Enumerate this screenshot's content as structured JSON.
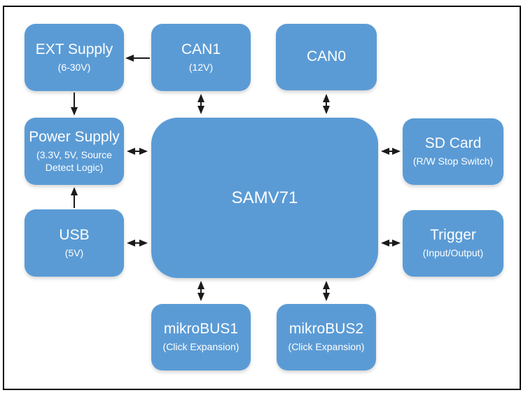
{
  "blocks": {
    "ext_supply": {
      "title": "EXT Supply",
      "subtitle": "(6-30V)"
    },
    "can1": {
      "title": "CAN1",
      "subtitle": "(12V)"
    },
    "can0": {
      "title": "CAN0"
    },
    "power_supply": {
      "title": "Power Supply",
      "subtitle": "(3.3V, 5V, Source Detect Logic)"
    },
    "usb": {
      "title": "USB",
      "subtitle": "(5V)"
    },
    "samv71": {
      "title": "SAMV71"
    },
    "sd_card": {
      "title": "SD Card",
      "subtitle": "(R/W Stop Switch)"
    },
    "trigger": {
      "title": "Trigger",
      "subtitle": "(Input/Output)"
    },
    "mikrobus1": {
      "title": "mikroBUS1",
      "subtitle": "(Click Expansion)"
    },
    "mikrobus2": {
      "title": "mikroBUS2",
      "subtitle": "(Click Expansion)"
    }
  },
  "connections": [
    {
      "from": "CAN1",
      "to": "EXT Supply",
      "type": "single",
      "direction": "left"
    },
    {
      "from": "EXT Supply",
      "to": "Power Supply",
      "type": "single",
      "direction": "down"
    },
    {
      "from": "USB",
      "to": "Power Supply",
      "type": "single",
      "direction": "up"
    },
    {
      "from": "CAN1",
      "to": "SAMV71",
      "type": "bidirectional"
    },
    {
      "from": "CAN0",
      "to": "SAMV71",
      "type": "bidirectional"
    },
    {
      "from": "Power Supply",
      "to": "SAMV71",
      "type": "bidirectional"
    },
    {
      "from": "USB",
      "to": "SAMV71",
      "type": "bidirectional"
    },
    {
      "from": "SAMV71",
      "to": "SD Card",
      "type": "bidirectional"
    },
    {
      "from": "SAMV71",
      "to": "Trigger",
      "type": "bidirectional"
    },
    {
      "from": "SAMV71",
      "to": "mikroBUS1",
      "type": "bidirectional"
    },
    {
      "from": "SAMV71",
      "to": "mikroBUS2",
      "type": "bidirectional"
    }
  ],
  "colors": {
    "block_fill": "#5b9bd5",
    "block_text": "#ffffff",
    "arrow": "#1b1b1b",
    "frame": "#000000",
    "background": "#ffffff"
  }
}
